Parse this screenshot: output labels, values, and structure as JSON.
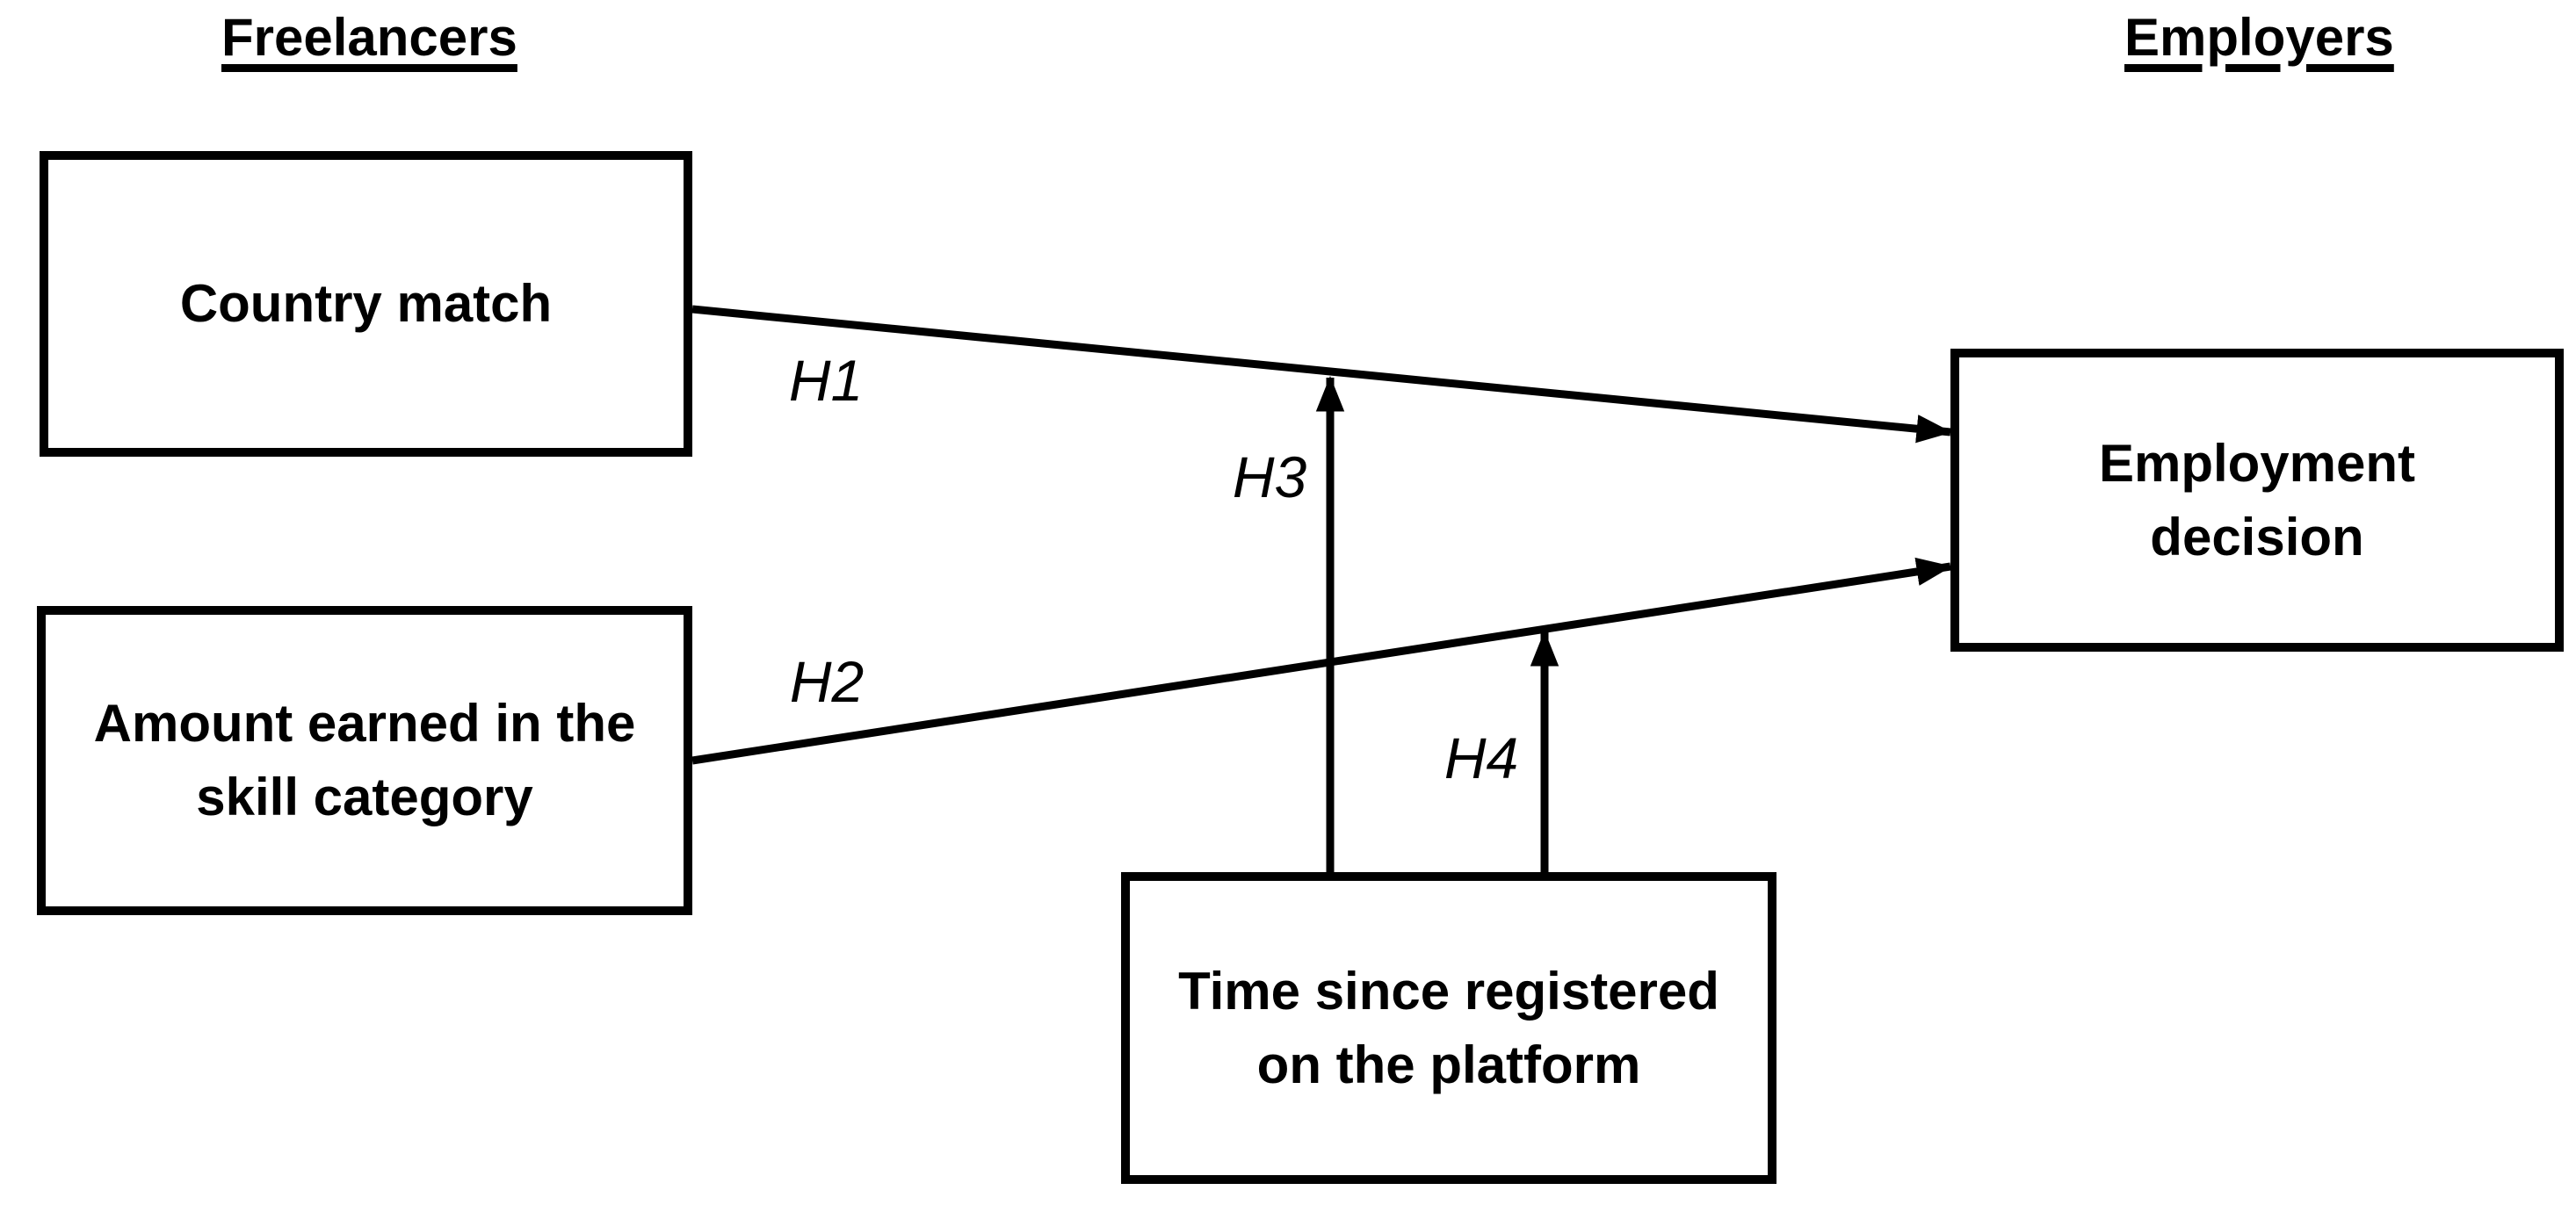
{
  "diagram": {
    "type": "hypothesis-path-model",
    "background_color": "#ffffff",
    "line_color": "#000000",
    "headings": {
      "left": "Freelancers",
      "right": "Employers"
    },
    "nodes": {
      "country_match": {
        "label": "Country match",
        "group": "Freelancers"
      },
      "amount_earned": {
        "label": "Amount earned in the skill category",
        "group": "Freelancers"
      },
      "employment_decision": {
        "label": "Employment decision",
        "group": "Employers"
      },
      "time_registered": {
        "label": "Time since registered on the platform",
        "group": "Freelancers"
      }
    },
    "arrows": {
      "h1": {
        "label": "H1",
        "from": "country_match",
        "to": "employment_decision"
      },
      "h2": {
        "label": "H2",
        "from": "amount_earned",
        "to": "employment_decision"
      },
      "h3": {
        "label": "H3",
        "from": "time_registered",
        "to": "arrow h1 (moderation)"
      },
      "h4": {
        "label": "H4",
        "from": "time_registered",
        "to": "arrow h2 (moderation)"
      }
    }
  }
}
